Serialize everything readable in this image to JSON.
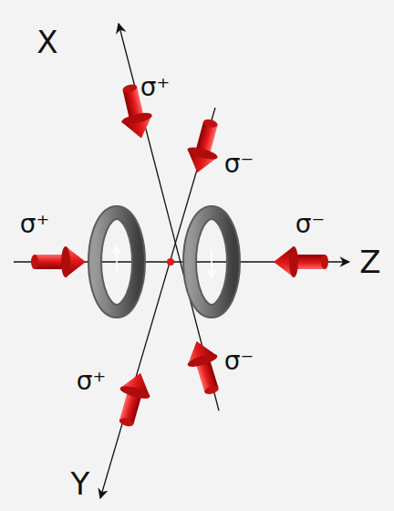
{
  "diagram": {
    "labels": [
      "X",
      "σ⁺",
      "σ⁻",
      "σ⁺",
      "σ⁻",
      "Z",
      "σ⁻",
      "σ⁺",
      "Y"
    ]
  }
}
